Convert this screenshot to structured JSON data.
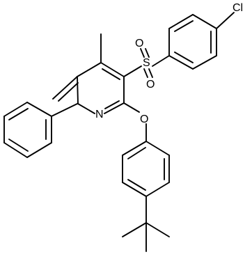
{
  "structure": {
    "atoms": {
      "S": "S",
      "O_top": "O",
      "O_bottom": "O",
      "N": "N",
      "O_ether": "O",
      "Cl": "Cl"
    }
  }
}
